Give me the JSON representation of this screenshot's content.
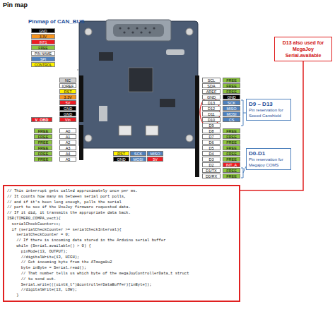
{
  "diagram": {
    "title": "Pin map",
    "nodes": [
      {
        "text": [
          "D13 also used for MegaJoy Serial.available"
        ]
      },
      {
        "text": [
          "D9 – D13",
          "Pin reservation for Seeed Canshield"
        ]
      },
      {
        "text": [
          "D0-D1",
          "Pin reservation for Megajoy COMS"
        ]
      },
      {
        "text": [
          "// This interrupt gets called approximately once per ms.",
          "// It counts how many ms between serial port polls,",
          "// and if it's been long enough, polls the serial",
          "// port to see if the UnoJoy firmware requested data.",
          "// If it did, it transmits the appropriate data back.",
          "ISR(TIMER0_COMPA_vect){",
          "  serialCheckCounter++;",
          "  if (serialCheckCounter >= serialCheckInterval){",
          "    serialCheckCounter = 0;",
          "    // If there is incoming data stored in the Arduino serial buffer",
          "    while (Serial.available() > 0) {",
          "      pinMode(13, OUTPUT);",
          "      //digitalWrite(13, HIGH);",
          "      // Get incoming byte from the ATmega8u2",
          "      byte inByte = Serial.read();",
          "      // That number tells us which byte of the megaJoyControllerData_t struct",
          "      // to send out.",
          "      Serial.write(((uint8_t*)&controllerDataBuffer)[inByte]);",
          "      //digitalWrite(13, LOW);",
          "    }"
        ]
      }
    ],
    "edges": [
      {
        "from": 0,
        "to": 3,
        "arrow": "none"
      }
    ],
    "labels": [
      "Pinmap of CAN_BUS",
      "NC",
      "IOREF",
      "RST",
      "3.3V",
      "5V",
      "GND",
      "GND",
      "Vin",
      "V_OBD",
      "A0",
      "A1",
      "A2",
      "A3",
      "A4",
      "A5",
      "FREE",
      "FREE",
      "FREE",
      "FREE",
      "FREE",
      "FREE",
      "SCL",
      "SDA",
      "AREF",
      "GND",
      "D13",
      "D12",
      "D11",
      "D10",
      "D9",
      "D8",
      "D7",
      "D6",
      "D5",
      "D4",
      "D3",
      "D2",
      "D1/TX",
      "D0/RX",
      "FREE",
      "FREE",
      "FREE",
      "GND",
      "SCK",
      "MISO",
      "MOSI",
      "CS",
      "FREE",
      "FREE",
      "FREE",
      "FREE",
      "FREE",
      "FREE",
      "INT_A",
      "FREE",
      "FREE",
      "RST",
      "SCK",
      "MISO",
      "GND",
      "MOSI",
      "5V"
    ],
    "legend": [
      {
        "text": "GND",
        "color": "#000000"
      },
      {
        "text": "3.3V",
        "color": "#f7941d"
      },
      {
        "text": "INT1",
        "color": "#ed1c24"
      },
      {
        "text": "FREE",
        "color": "#8dc63f"
      },
      {
        "text": "PIN NAME",
        "color": "#ffffff"
      },
      {
        "text": "SPI",
        "color": "#4f81bd"
      },
      {
        "text": "CONTROL",
        "color": "#fff200"
      }
    ]
  }
}
